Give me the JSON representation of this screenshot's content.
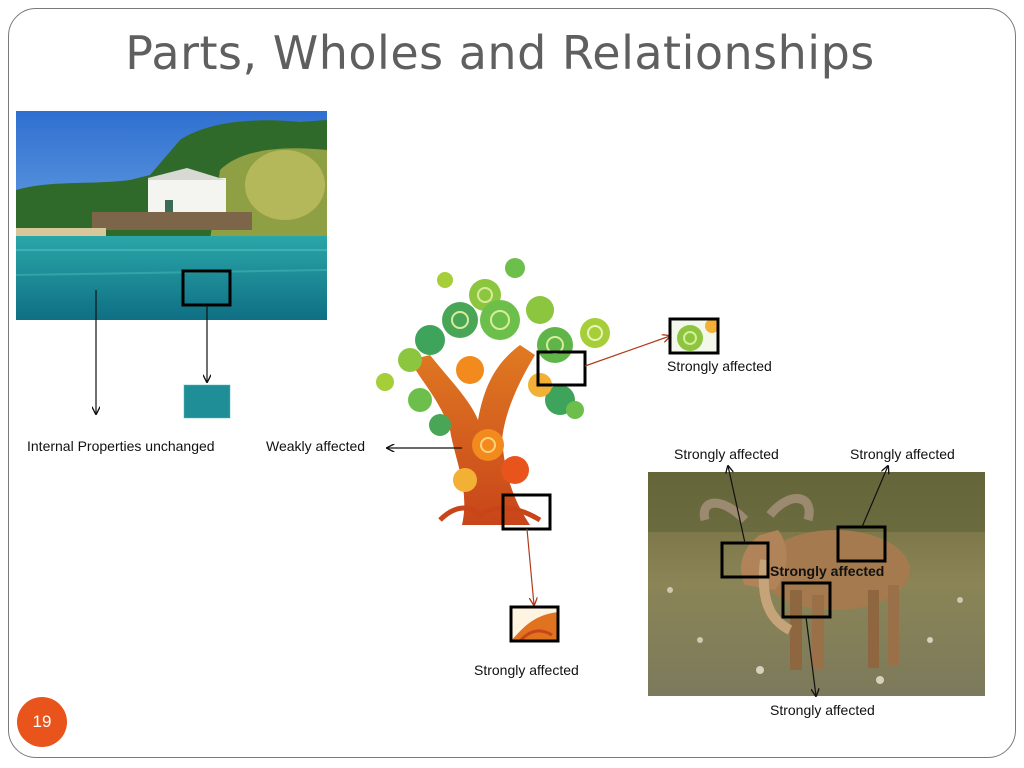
{
  "slide": {
    "title": "Parts, Wholes and Relationships",
    "page_number": "19",
    "accent_color": "#e8541c"
  },
  "labels": {
    "internal": "Internal Properties unchanged",
    "weakly": "Weakly affected",
    "tree_top": "Strongly affected",
    "tree_bottom": "Strongly affected",
    "animal_left": "Strongly affected",
    "animal_right": "Strongly affected",
    "animal_center": "Strongly affected",
    "animal_bottom": "Strongly affected"
  },
  "images": {
    "lake": "lake-landscape-photo",
    "tree": "swirly-tree-illustration",
    "animal": "barbary-sheep-photo"
  }
}
